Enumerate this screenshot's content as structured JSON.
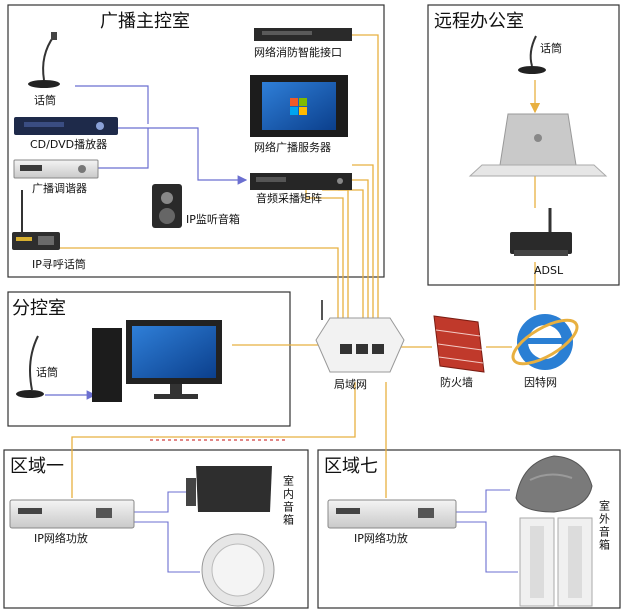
{
  "zones": {
    "main_control": "广播主控室",
    "remote_office": "远程办公室",
    "sub_control": "分控室",
    "zone_one": "区域一",
    "zone_seven": "区域七"
  },
  "devices": {
    "mic_main": "话筒",
    "cd_dvd_player": "CD/DVD播放器",
    "tuner": "广播调谐器",
    "ip_paging_mic": "IP寻呼话筒",
    "fire_interface": "网络消防智能接口",
    "broadcast_server": "网络广播服务器",
    "audio_matrix": "音频采播矩阵",
    "ip_monitor_speaker": "IP监听音箱",
    "mic_remote": "话筒",
    "adsl": "ADSL",
    "mic_sub": "话筒",
    "lan": "局域网",
    "firewall": "防火墙",
    "internet": "因特网",
    "amp_zone_one": "IP网络功放",
    "amp_zone_seven": "IP网络功放",
    "indoor_speaker": "室内音箱",
    "outdoor_speaker": "室外音箱"
  },
  "colors": {
    "border": "#333333",
    "network_line": "#e8b040",
    "audio_line": "#6b6fd0",
    "dashed_line": "#d04040"
  }
}
